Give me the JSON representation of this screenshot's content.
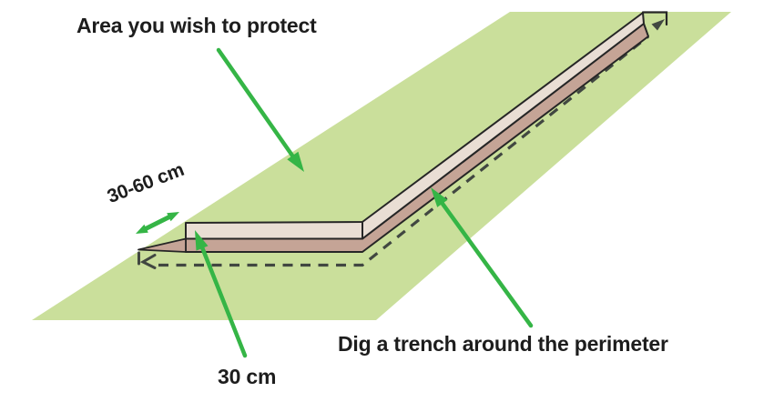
{
  "diagram": {
    "title": "Trench protection diagram",
    "labels": {
      "area_protect": "Area you wish to protect",
      "trench_width": "30-60 cm",
      "berm_height": "30 cm",
      "dig_trench": "Dig a trench around the perimeter"
    },
    "colors": {
      "background": "#ffffff",
      "field_green": "#cadf9b",
      "berm_top": "#e9ded4",
      "berm_front": "#c5a496",
      "outline": "#262626",
      "dash": "#414741",
      "arrow_green": "#35b546",
      "text": "#1d1d1d"
    }
  }
}
